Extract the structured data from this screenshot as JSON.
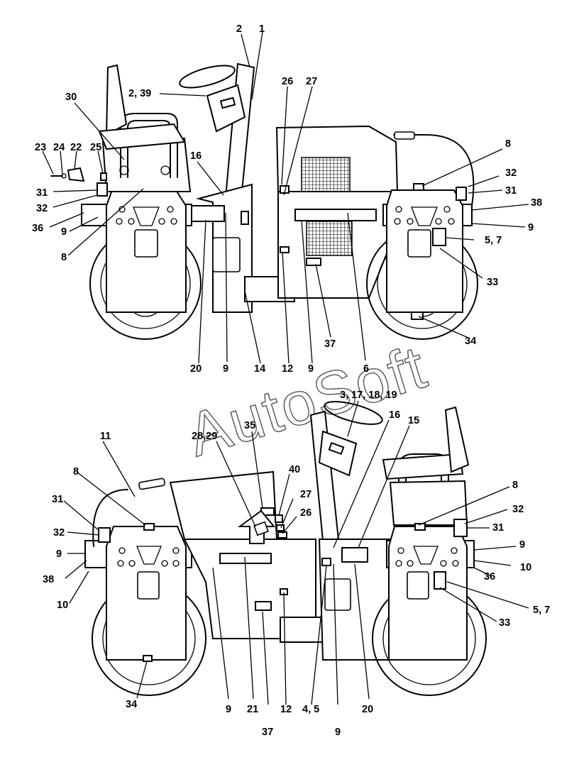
{
  "watermark": "AutoSoft",
  "top_view": {
    "callouts": [
      "2",
      "1",
      "2, 39",
      "30",
      "26",
      "27",
      "8",
      "32",
      "31",
      "38",
      "9",
      "5, 7",
      "33",
      "34",
      "37",
      "6",
      "9",
      "12",
      "14",
      "9",
      "20",
      "23",
      "24",
      "22",
      "25",
      "31",
      "32",
      "36",
      "9",
      "8",
      "16"
    ]
  },
  "bottom_view": {
    "callouts": [
      "3, 17, 18, 19",
      "16",
      "15",
      "11",
      "35",
      "28,29",
      "40",
      "27",
      "26",
      "8",
      "31",
      "32",
      "9",
      "38",
      "10",
      "8",
      "32",
      "31",
      "9",
      "36",
      "10",
      "5, 7",
      "33",
      "34",
      "9",
      "21",
      "37",
      "12",
      "4, 5",
      "9",
      "20"
    ]
  }
}
